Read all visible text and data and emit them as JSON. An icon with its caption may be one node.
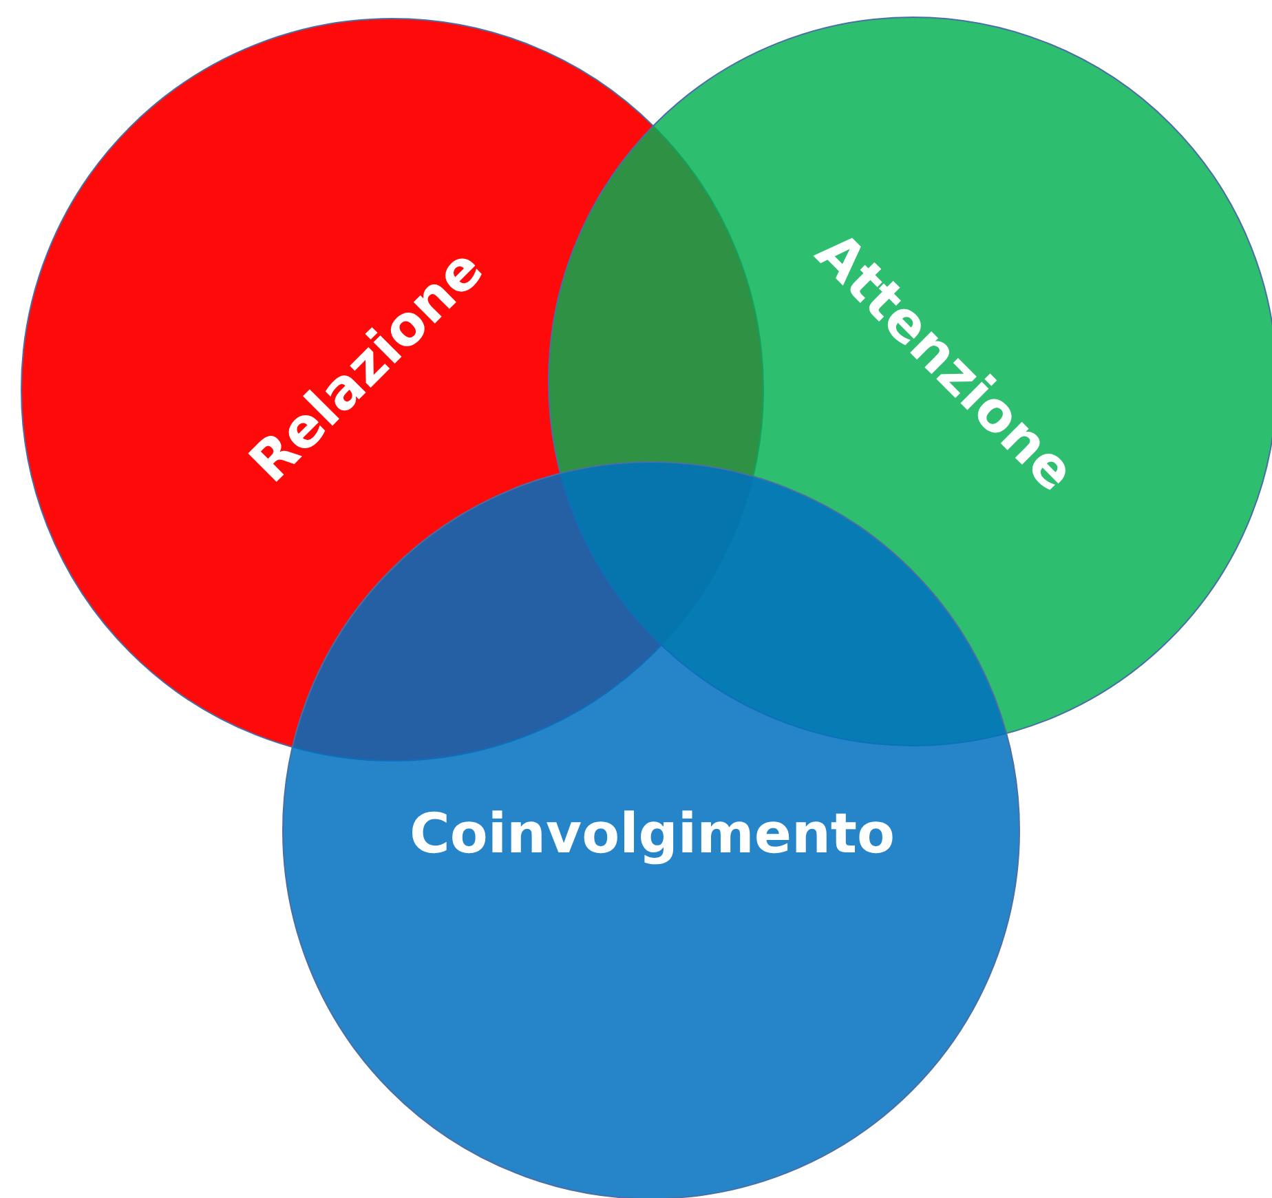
{
  "diagram": {
    "nodes": [
      {
        "text": [
          "Relazione"
        ]
      },
      {
        "text": [
          "Attenzione"
        ]
      },
      {
        "text": [
          "Coinvolgimento"
        ]
      }
    ]
  }
}
